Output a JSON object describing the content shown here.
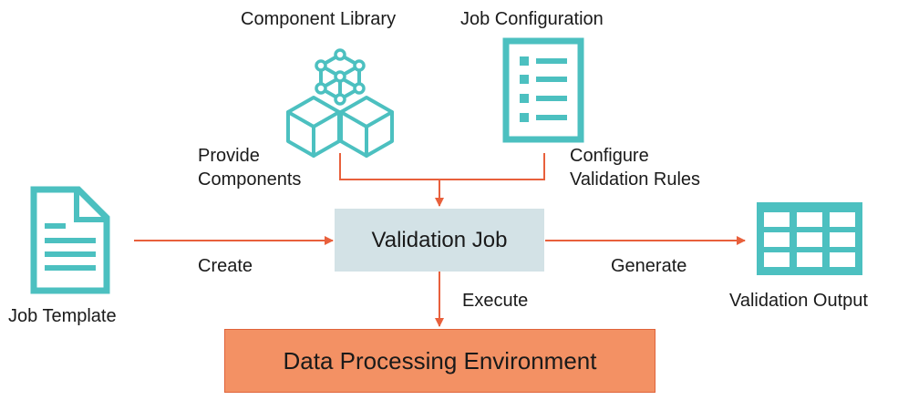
{
  "nodes": {
    "component_library": "Component Library",
    "job_configuration": "Job Configuration",
    "job_template": "Job Template",
    "validation_job": "Validation Job",
    "validation_output": "Validation Output",
    "data_processing_environment": "Data Processing Environment"
  },
  "edges": {
    "provide_line1": "Provide",
    "provide_line2": "Components",
    "configure_line1": "Configure",
    "configure_line2": "Validation Rules",
    "create": "Create",
    "generate": "Generate",
    "execute": "Execute"
  },
  "colors": {
    "icon": "#4cc0c0",
    "arrow": "#e8603c",
    "job_box": "#d3e2e6",
    "env_box": "#f39164"
  },
  "icons": {
    "component_library": "cubes-icon",
    "job_configuration": "checklist-icon",
    "job_template": "document-icon",
    "validation_output": "table-grid-icon"
  }
}
